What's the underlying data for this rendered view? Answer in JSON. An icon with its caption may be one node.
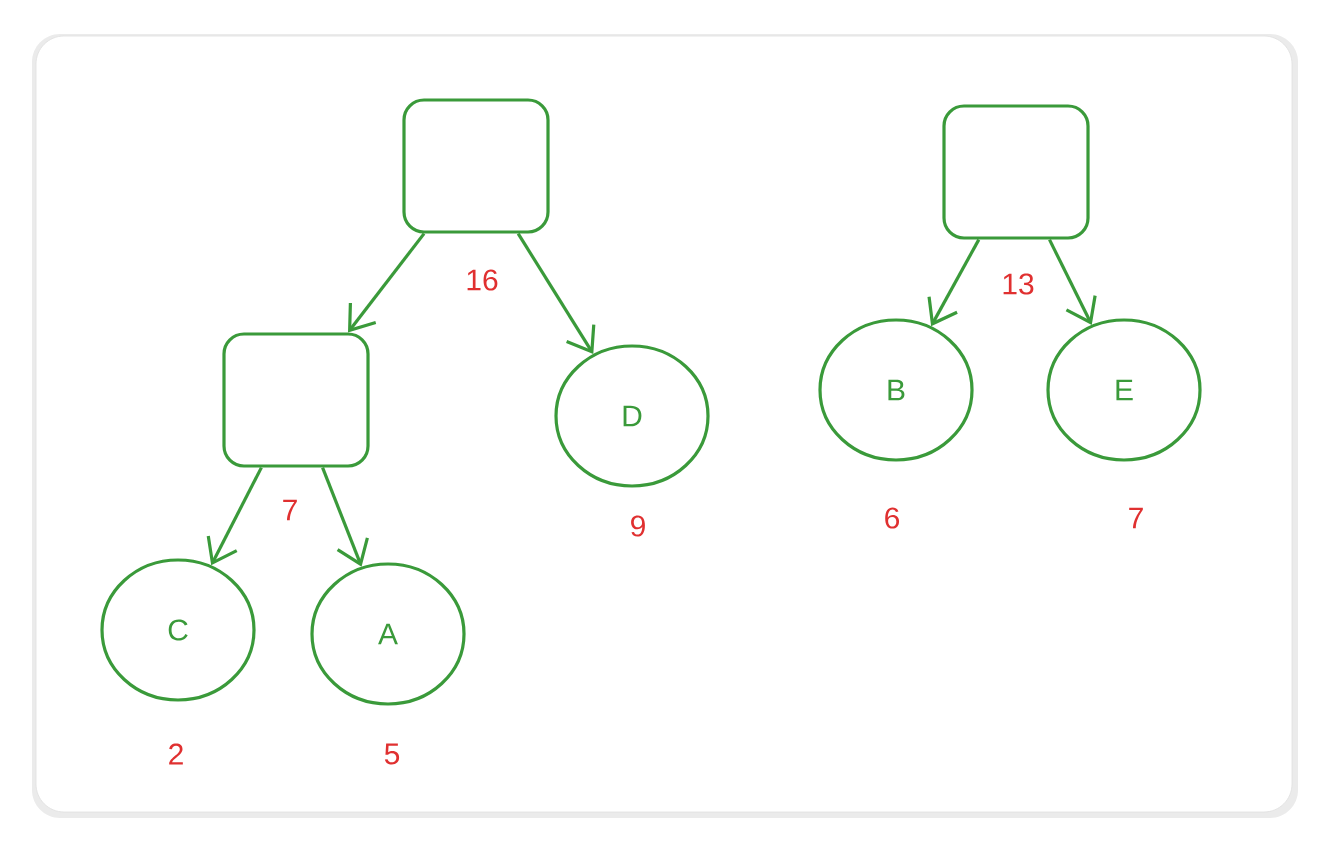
{
  "diagram": {
    "nodes": [
      {
        "text": [],
        "shape": "box",
        "beside": [
          "16"
        ]
      },
      {
        "text": [],
        "shape": "box",
        "beside": [
          "7"
        ]
      },
      {
        "text": [
          "D"
        ],
        "beside": [
          "9"
        ]
      },
      {
        "text": [
          "C"
        ],
        "beside": [
          "2"
        ]
      },
      {
        "text": [
          "A"
        ],
        "beside": [
          "5"
        ]
      },
      {
        "text": [],
        "shape": "box",
        "beside": [
          "13"
        ]
      },
      {
        "text": [
          "B"
        ],
        "beside": [
          "6"
        ]
      },
      {
        "text": [
          "E"
        ],
        "beside": [
          "7"
        ]
      }
    ],
    "edges": [
      {
        "from": 0,
        "to": 1,
        "arrow": "to"
      },
      {
        "from": 0,
        "to": 2,
        "arrow": "to"
      },
      {
        "from": 1,
        "to": 3,
        "arrow": "to"
      },
      {
        "from": 1,
        "to": 4,
        "arrow": "to"
      },
      {
        "from": 5,
        "to": 6,
        "arrow": "to"
      },
      {
        "from": 5,
        "to": 7,
        "arrow": "to"
      }
    ]
  }
}
